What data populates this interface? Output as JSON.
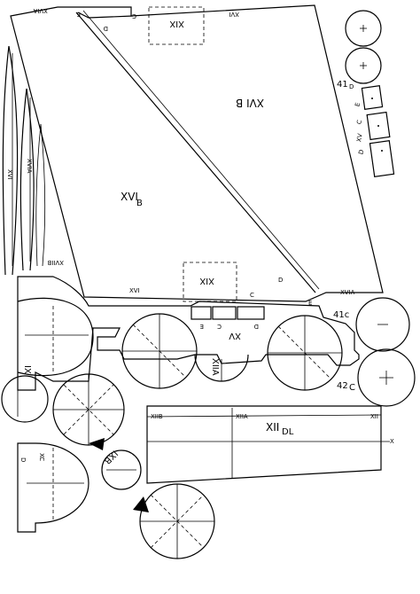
{
  "labels": {
    "xvia_top": "XVIA",
    "e_top": "E",
    "c_top": "C",
    "d_top": "D",
    "xix_top": "XIX",
    "xvi_top": "XVI",
    "xvib_right": "XVI B",
    "xvi_b_mid": "XVI",
    "b_mid": "B",
    "xvi_strip": "XVI",
    "xvia_strip": "XVIA",
    "xviib_left": "XVIIB",
    "xvi_lower": "XVI",
    "xix_lower": "XIX",
    "c_lower": "C",
    "d_lower": "D",
    "e_lower": "E",
    "xvia_lower": "XVIA",
    "n41": "41",
    "n41_d": "D",
    "n42": "42",
    "n42_c": "C",
    "n41c_lower": "41c",
    "e_small": "E",
    "xv_c": "C",
    "xv_d": "D",
    "xv_small": "XV",
    "e_mid": "E",
    "c_mid": "C",
    "d_mid": "D",
    "xv_mid": "XV",
    "ix_left": "IX",
    "xiia": "XIIA",
    "xiib": "XIIB",
    "xiia_small": "XIIA",
    "xii_dl": "XII",
    "dl": "DL",
    "xii_right": "XII",
    "x_right": "X",
    "ixb": "IXB",
    "d_left": "D",
    "xc_left": "XC"
  }
}
